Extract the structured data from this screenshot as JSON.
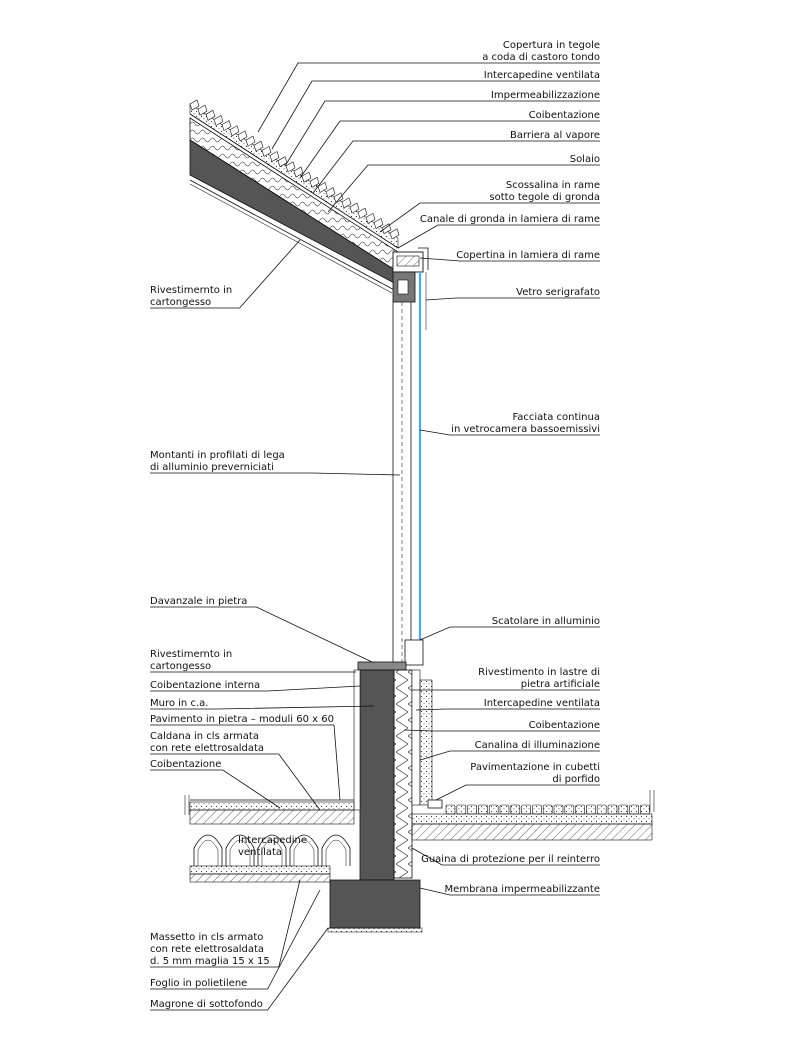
{
  "labels_right": [
    {
      "lines": [
        "Copertura in tegole",
        "a coda di castoro tondo"
      ]
    },
    {
      "lines": [
        "Intercapedine ventilata"
      ]
    },
    {
      "lines": [
        "Impermeabilizzazione"
      ]
    },
    {
      "lines": [
        "Coibentazione"
      ]
    },
    {
      "lines": [
        "Barriera al vapore"
      ]
    },
    {
      "lines": [
        "Solaio"
      ]
    },
    {
      "lines": [
        "Scossalina in rame",
        "sotto tegole di gronda"
      ]
    },
    {
      "lines": [
        "Canale di gronda in lamiera di rame"
      ]
    },
    {
      "lines": [
        "Copertina in lamiera di rame"
      ]
    },
    {
      "lines": [
        "Vetro serigrafato"
      ]
    },
    {
      "lines": [
        "Facciata continua",
        "in vetrocamera bassoemissivi"
      ]
    },
    {
      "lines": [
        "Scatolare in alluminio"
      ]
    },
    {
      "lines": [
        "Rivestimento in lastre di",
        "pietra artificiale"
      ]
    },
    {
      "lines": [
        "Intercapedine ventilata"
      ]
    },
    {
      "lines": [
        "Coibentazione"
      ]
    },
    {
      "lines": [
        "Canalina di illuminazione"
      ]
    },
    {
      "lines": [
        "Pavimentazione in cubetti",
        "di porfido"
      ]
    },
    {
      "lines": [
        "Guaina di protezione per il reinterro"
      ]
    },
    {
      "lines": [
        "Membrana impermeabilizzante"
      ]
    }
  ],
  "labels_left": [
    {
      "lines": [
        "Rivestimernto in",
        "cartongesso"
      ]
    },
    {
      "lines": [
        "Montanti in profilati di lega",
        "di alluminio preverniciati"
      ]
    },
    {
      "lines": [
        "Davanzale in pietra"
      ]
    },
    {
      "lines": [
        "Rivestimernto in",
        "cartongesso"
      ]
    },
    {
      "lines": [
        "Coibentazione interna"
      ]
    },
    {
      "lines": [
        "Muro in c.a."
      ]
    },
    {
      "lines": [
        "Pavimento in pietra – moduli 60 x 60"
      ]
    },
    {
      "lines": [
        "Caldana in cls armata",
        "con rete elettrosaldata"
      ]
    },
    {
      "lines": [
        "Coibentazione"
      ]
    },
    {
      "lines": [
        "Massetto in cls armato",
        "con rete elettrosaldata",
        "d. 5 mm maglia 15 x 15"
      ]
    },
    {
      "lines": [
        "Foglio in polietilene"
      ]
    },
    {
      "lines": [
        "Magrone di sottofondo"
      ]
    }
  ],
  "inline_label": {
    "lines": [
      "Intercapedine",
      "ventilata"
    ]
  }
}
